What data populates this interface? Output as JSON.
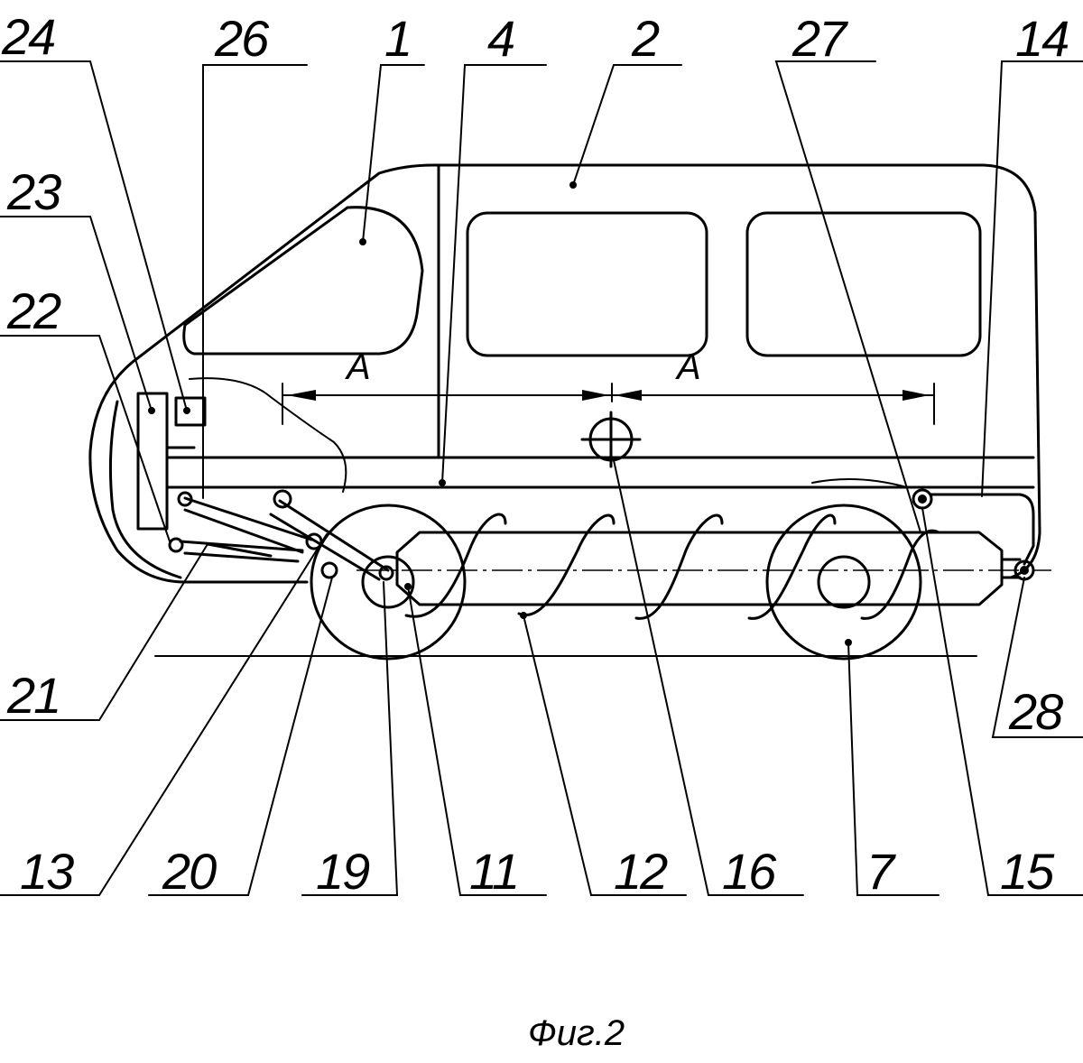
{
  "figure": {
    "caption": "Фиг.2",
    "section_marks": [
      "A",
      "A"
    ]
  },
  "callouts": [
    {
      "id": "24",
      "label": "24"
    },
    {
      "id": "26",
      "label": "26"
    },
    {
      "id": "1",
      "label": "1"
    },
    {
      "id": "4",
      "label": "4"
    },
    {
      "id": "2",
      "label": "2"
    },
    {
      "id": "27",
      "label": "27"
    },
    {
      "id": "14",
      "label": "14"
    },
    {
      "id": "23",
      "label": "23"
    },
    {
      "id": "22",
      "label": "22"
    },
    {
      "id": "21",
      "label": "21"
    },
    {
      "id": "28",
      "label": "28"
    },
    {
      "id": "13",
      "label": "13"
    },
    {
      "id": "20",
      "label": "20"
    },
    {
      "id": "19",
      "label": "19"
    },
    {
      "id": "11",
      "label": "11"
    },
    {
      "id": "12",
      "label": "12"
    },
    {
      "id": "16",
      "label": "16"
    },
    {
      "id": "7",
      "label": "7"
    },
    {
      "id": "15",
      "label": "15"
    }
  ]
}
